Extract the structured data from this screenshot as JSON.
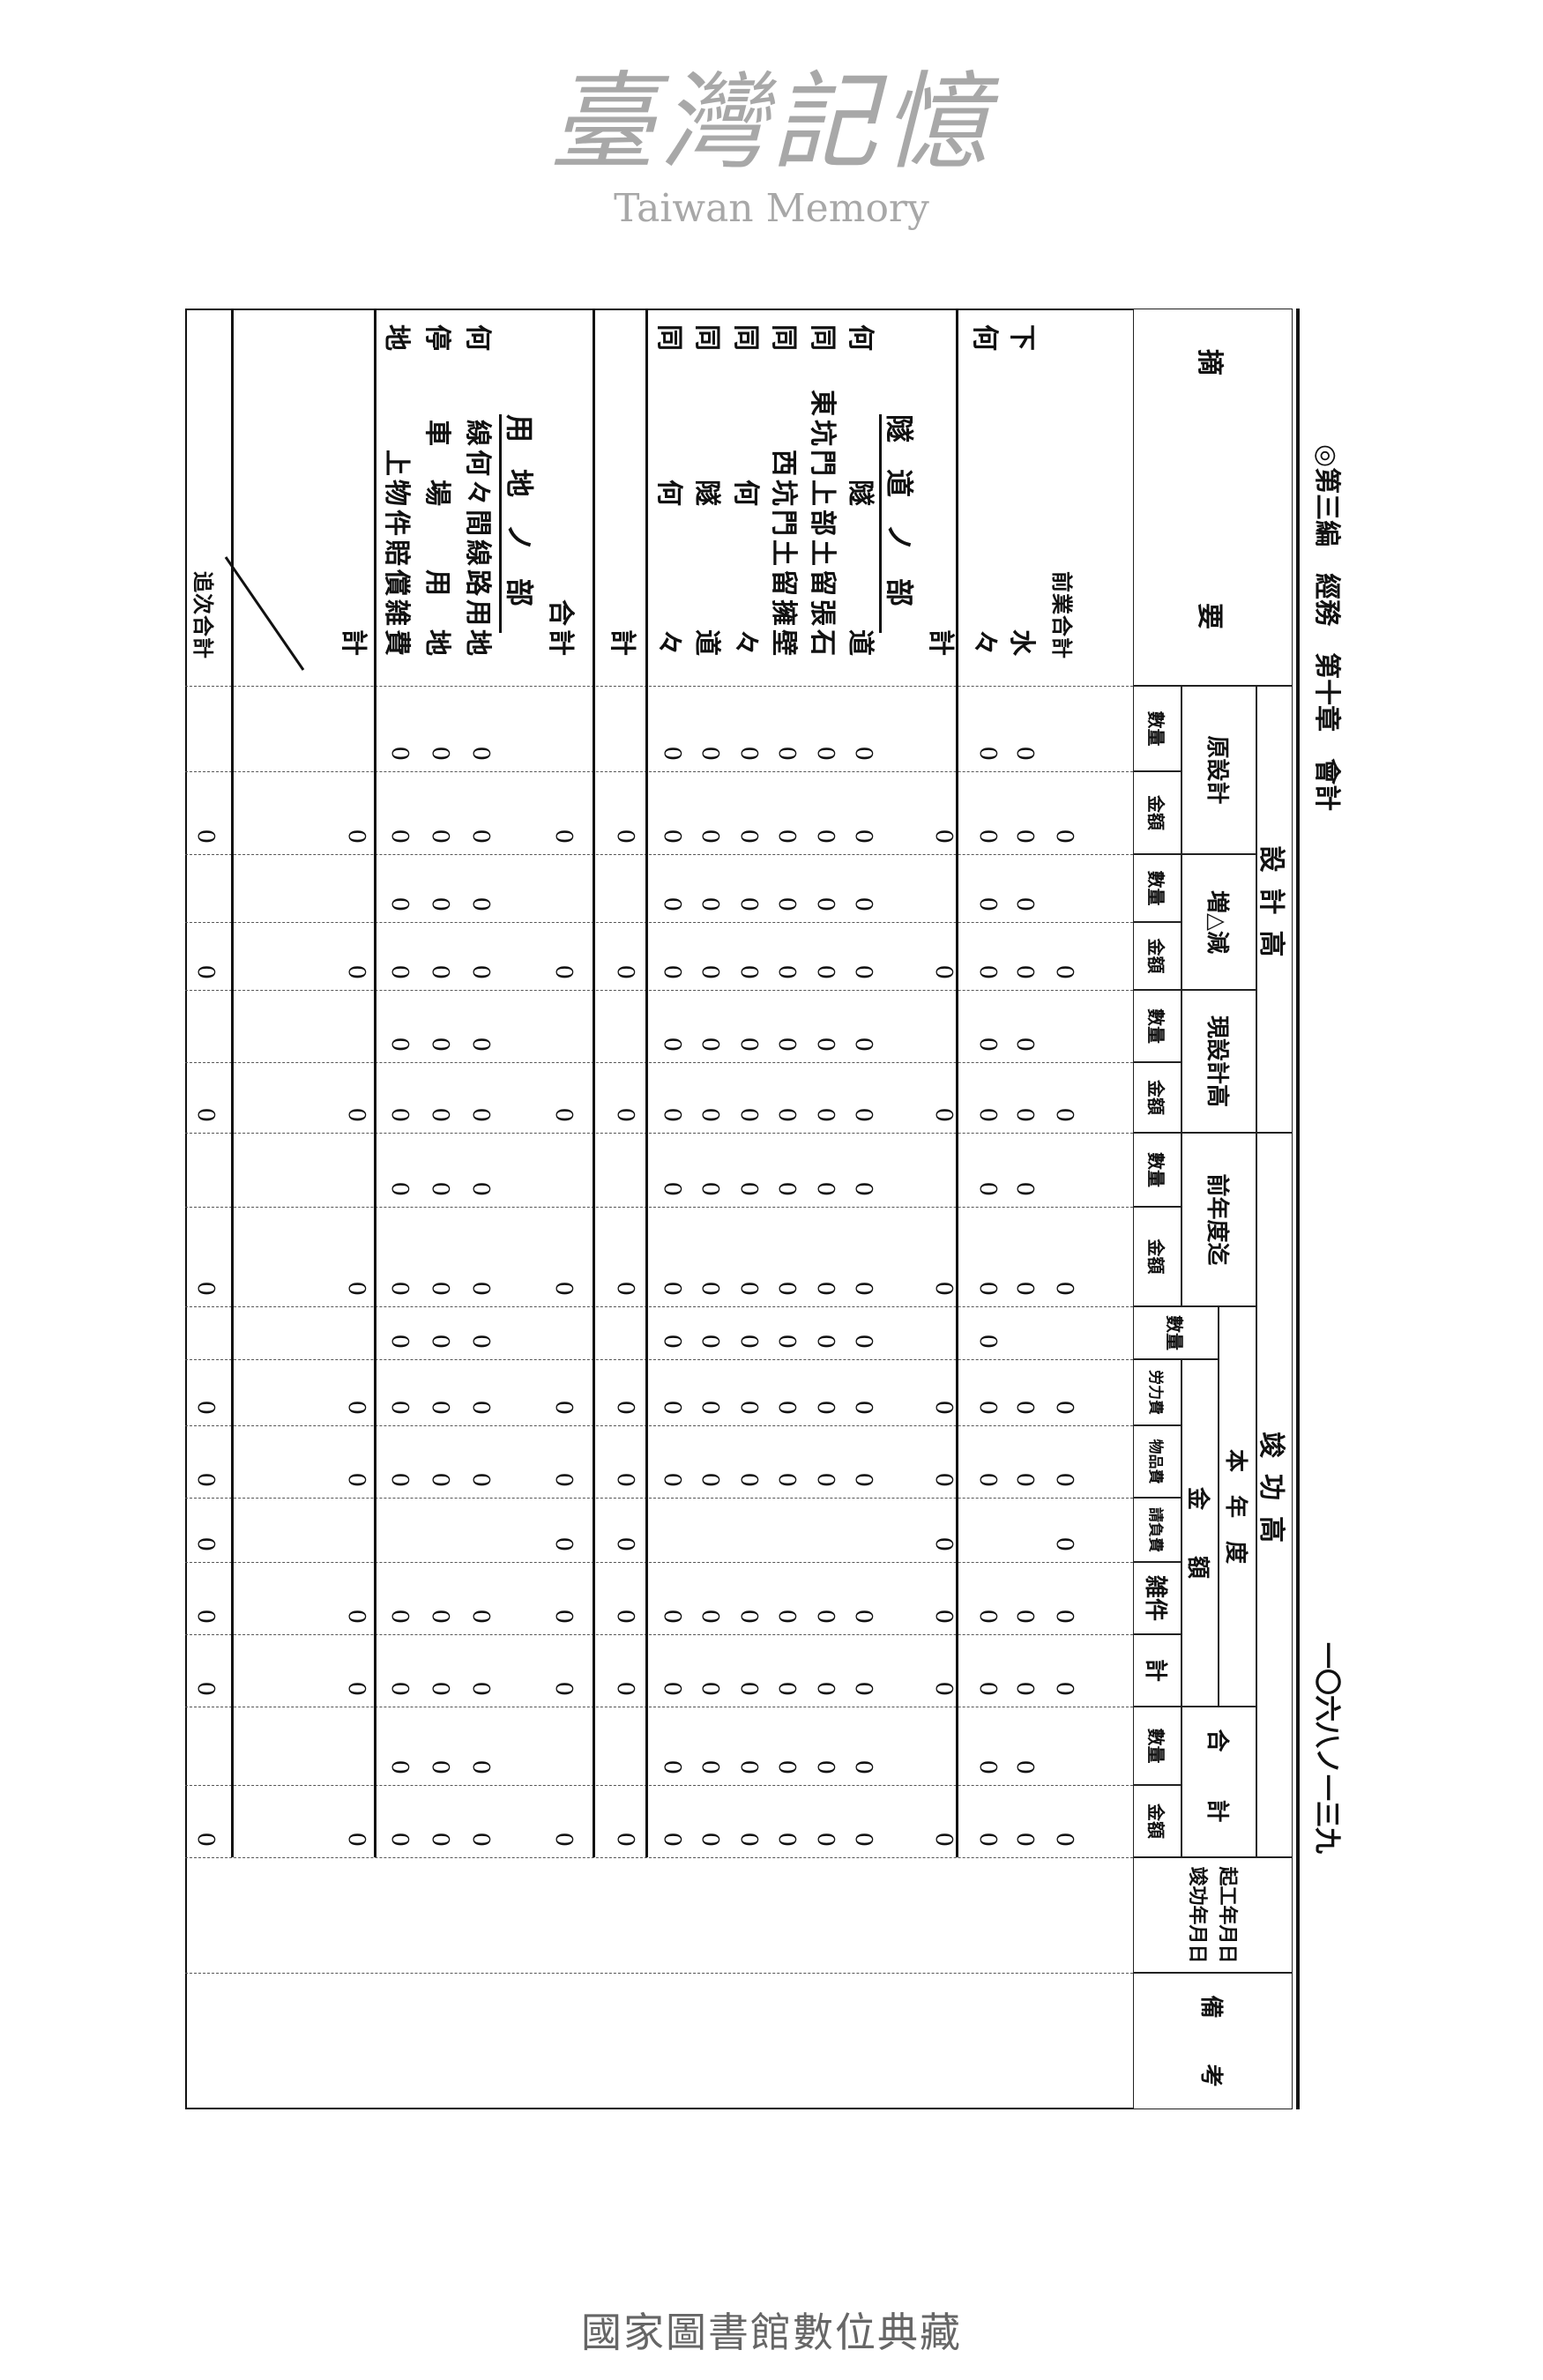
{
  "page": {
    "running_head": "◎第三編　經務　第十章　會計",
    "page_number": "一〇六八ノ一三九",
    "watermark": {
      "cjk": "臺灣記憶",
      "en": "Taiwan Memory"
    },
    "footer": "國家圖書館數位典藏"
  },
  "header": {
    "summary": "摘　　　　　要",
    "design_total": "設計高",
    "original_design": "原設計",
    "increase_decrease": "増△減",
    "current_design": "現設計高",
    "completed_total": "竣功高",
    "up_to_last_year": "前年度迄",
    "this_year": "本　年　度",
    "amount_group": "金　　額",
    "grand_total": "合　計",
    "quantity": "數量",
    "amount": "金額",
    "labor_cost": "労力費",
    "goods_cost": "物品費",
    "contract_cost": "請負費",
    "misc": "雑件",
    "subtotal": "計",
    "construction_dates": "起工年月日\n竣功年月日",
    "remarks": "備　　考"
  },
  "sections": [
    {
      "title": "隧道ノ部"
    },
    {
      "title": "用地ノ部"
    }
  ],
  "table": {
    "rows": [
      {
        "head": "",
        "label": "前業合計",
        "values": [
          "",
          "0",
          "",
          "0",
          "",
          "0",
          "",
          "0",
          "",
          "0",
          "0",
          "0",
          "0",
          "0",
          "",
          "0"
        ]
      },
      {
        "head": "下",
        "label": "水",
        "values": [
          "0",
          "0",
          "0",
          "0",
          "0",
          "0",
          "0",
          "0",
          "",
          "0",
          "0",
          "",
          "0",
          "0",
          "0",
          "0"
        ]
      },
      {
        "head": "何",
        "label": "々",
        "values": [
          "0",
          "0",
          "0",
          "0",
          "0",
          "0",
          "0",
          "0",
          "0",
          "0",
          "0",
          "",
          "0",
          "0",
          "0",
          "0"
        ]
      },
      {
        "head": "",
        "label": "計",
        "values": [
          "",
          "0",
          "",
          "0",
          "",
          "0",
          "",
          "0",
          "",
          "0",
          "0",
          "0",
          "0",
          "0",
          "",
          "0"
        ]
      },
      {
        "head": "何",
        "label": "隧　　　　道",
        "values": [
          "0",
          "0",
          "0",
          "0",
          "0",
          "0",
          "0",
          "0",
          "0",
          "0",
          "0",
          "",
          "0",
          "0",
          "0",
          "0"
        ]
      },
      {
        "head": "同",
        "label": "東坑門上部土留張石",
        "values": [
          "0",
          "0",
          "0",
          "0",
          "0",
          "0",
          "0",
          "0",
          "0",
          "0",
          "0",
          "",
          "0",
          "0",
          "0",
          "0"
        ]
      },
      {
        "head": "同",
        "label": "西坑門土留擁壁",
        "values": [
          "0",
          "0",
          "0",
          "0",
          "0",
          "0",
          "0",
          "0",
          "0",
          "0",
          "0",
          "",
          "0",
          "0",
          "0",
          "0"
        ]
      },
      {
        "head": "同",
        "label": "何　　　　々",
        "values": [
          "0",
          "0",
          "0",
          "0",
          "0",
          "0",
          "0",
          "0",
          "0",
          "0",
          "0",
          "",
          "0",
          "0",
          "0",
          "0"
        ]
      },
      {
        "head": "同",
        "label": "隧　　　　道",
        "values": [
          "0",
          "0",
          "0",
          "0",
          "0",
          "0",
          "0",
          "0",
          "0",
          "0",
          "0",
          "",
          "0",
          "0",
          "0",
          "0"
        ]
      },
      {
        "head": "同",
        "label": "何　　　　々",
        "values": [
          "0",
          "0",
          "0",
          "0",
          "0",
          "0",
          "0",
          "0",
          "0",
          "0",
          "0",
          "",
          "0",
          "0",
          "0",
          "0"
        ]
      },
      {
        "head": "",
        "label": "計",
        "values": [
          "",
          "0",
          "",
          "0",
          "",
          "0",
          "",
          "0",
          "",
          "0",
          "0",
          "0",
          "0",
          "0",
          "",
          "0"
        ]
      },
      {
        "head": "",
        "label": "合計",
        "values": [
          "",
          "0",
          "",
          "0",
          "",
          "0",
          "",
          "0",
          "",
          "0",
          "0",
          "0",
          "0",
          "0",
          "",
          "0"
        ]
      },
      {
        "head": "何",
        "label": "線何々間線路用地",
        "values": [
          "0",
          "0",
          "0",
          "0",
          "0",
          "0",
          "0",
          "0",
          "0",
          "0",
          "0",
          "",
          "0",
          "0",
          "0",
          "0"
        ]
      },
      {
        "head": "停",
        "label": "車　場　　用　地",
        "values": [
          "0",
          "0",
          "0",
          "0",
          "0",
          "0",
          "0",
          "0",
          "0",
          "0",
          "0",
          "",
          "0",
          "0",
          "0",
          "0"
        ]
      },
      {
        "head": "地",
        "label": "上物件賠償雑費",
        "values": [
          "0",
          "0",
          "0",
          "0",
          "0",
          "0",
          "0",
          "0",
          "0",
          "0",
          "0",
          "",
          "0",
          "0",
          "0",
          "0"
        ]
      },
      {
        "head": "",
        "label": "計",
        "values": [
          "",
          "0",
          "",
          "0",
          "",
          "0",
          "",
          "0",
          "",
          "0",
          "0",
          "",
          "0",
          "0",
          "",
          "0"
        ]
      },
      {
        "head": "",
        "label": "追次合計",
        "values": [
          "",
          "0",
          "",
          "0",
          "",
          "0",
          "",
          "0",
          "",
          "0",
          "0",
          "0",
          "0",
          "0",
          "",
          "0"
        ]
      }
    ]
  }
}
